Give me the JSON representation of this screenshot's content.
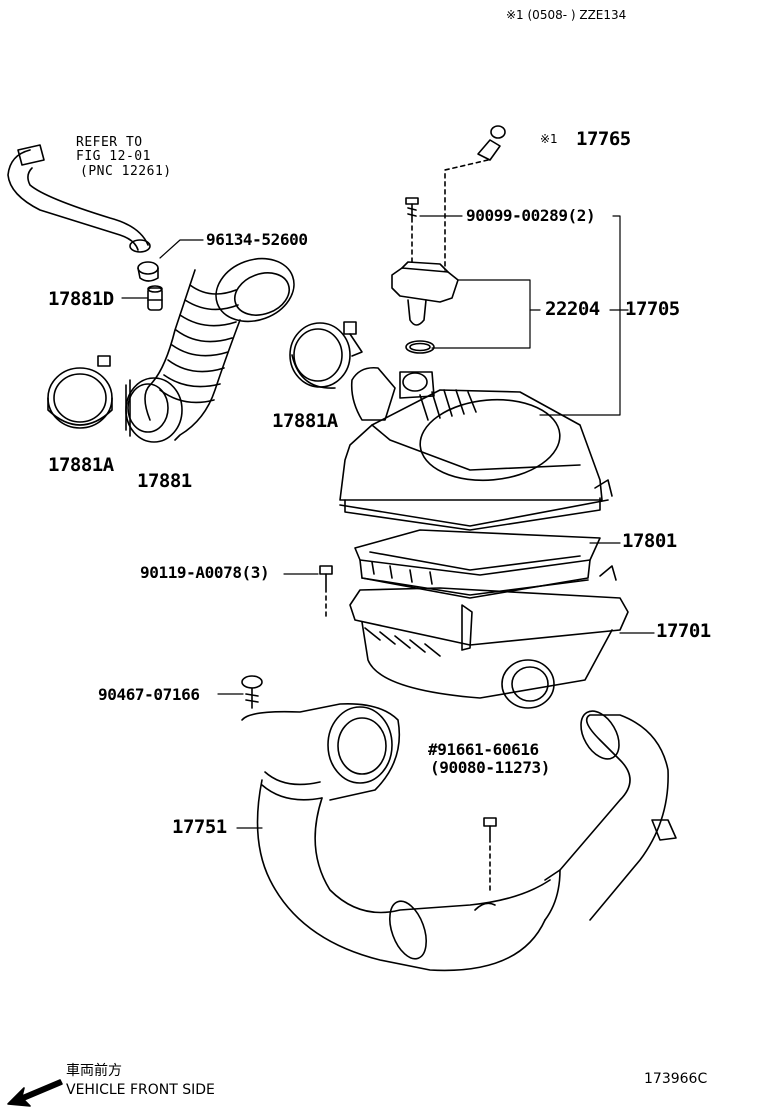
{
  "header": {
    "note": "※1 (0508-     ) ZZE134"
  },
  "refer": {
    "line1": "REFER TO",
    "line2": "FIG 12-01",
    "line3": "(PNC 12261)"
  },
  "parts": {
    "p17765": "17765",
    "p17765_note": "※1",
    "p90099": "90099-00289(2)",
    "p96134": "96134-52600",
    "p17881D": "17881D",
    "p22204": "22204",
    "p17705": "17705",
    "p17881A_right": "17881A",
    "p17881A_left": "17881A",
    "p17881": "17881",
    "p17801": "17801",
    "p90119": "90119-A0078(3)",
    "p17701": "17701",
    "p90467": "90467-07166",
    "p91661": "#91661-60616",
    "p90080": "(90080-11273)",
    "p17751": "17751"
  },
  "footer": {
    "japanese": "車両前方",
    "direction": "VEHICLE FRONT SIDE",
    "code": "173966C"
  }
}
